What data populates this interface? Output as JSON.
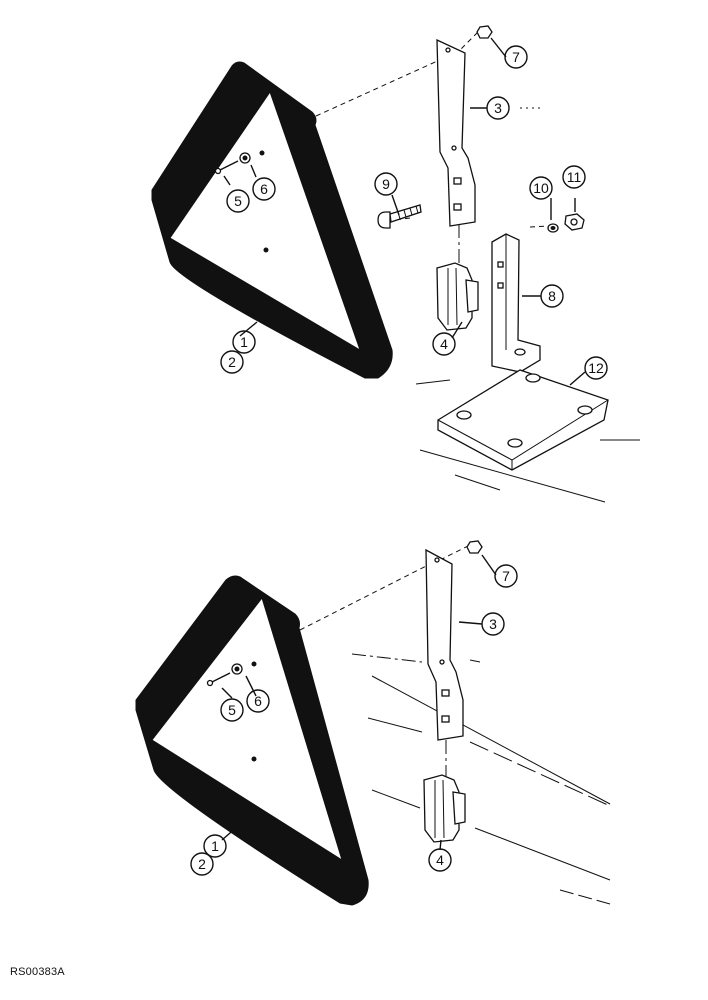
{
  "figure_id": "RS00383A",
  "callouts": {
    "top": [
      "1",
      "2",
      "3",
      "4",
      "5",
      "6",
      "7",
      "8",
      "9",
      "10",
      "11",
      "12"
    ],
    "bottom": [
      "1",
      "2",
      "3",
      "4",
      "5",
      "6",
      "7"
    ]
  },
  "colors": {
    "ink": "#111111",
    "paper": "#ffffff"
  }
}
